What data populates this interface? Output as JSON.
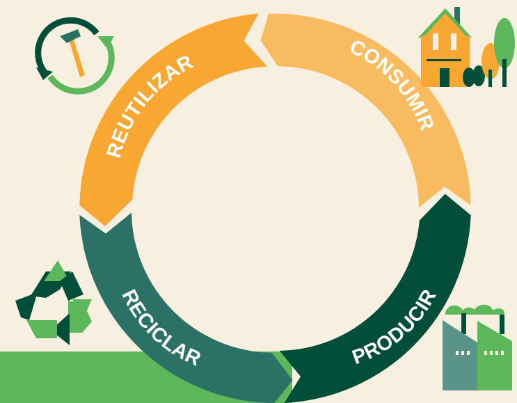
{
  "cycle": {
    "segments": [
      {
        "id": "consumir",
        "label": "CONSUMIR",
        "color": "#f8bb60"
      },
      {
        "id": "producir",
        "label": "PRODUCIR",
        "color": "#024e39"
      },
      {
        "id": "reciclar",
        "label": "RECICLAR",
        "color": "#2b7165"
      },
      {
        "id": "reutilizar",
        "label": "REUTILIZAR",
        "color": "#f8a732"
      }
    ]
  },
  "icons": [
    "reuse-hammer-icon",
    "house-trees-icon",
    "recycle-icon",
    "factory-icon"
  ],
  "colors": {
    "background": "#f7f0e1",
    "ground": "#5cb85a",
    "dark_green": "#024e39",
    "light_green": "#5cb85a",
    "orange": "#f8a732"
  }
}
